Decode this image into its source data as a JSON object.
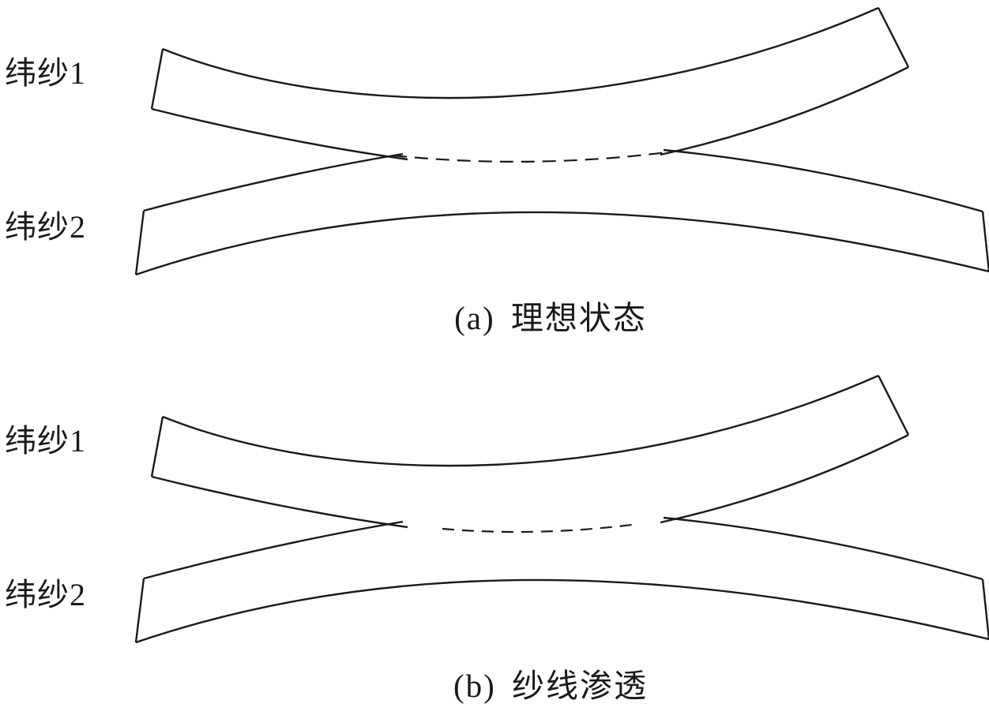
{
  "colors": {
    "line": "#1a1a1a",
    "background": "#ffffff"
  },
  "figures": [
    {
      "id": "a",
      "yarn1_label": "纬纱1",
      "yarn2_label": "纬纱2",
      "caption": "(a) 理想状态"
    },
    {
      "id": "b",
      "yarn1_label": "纬纱1",
      "yarn2_label": "纬纱2",
      "caption": "(b) 纱线渗透"
    }
  ]
}
